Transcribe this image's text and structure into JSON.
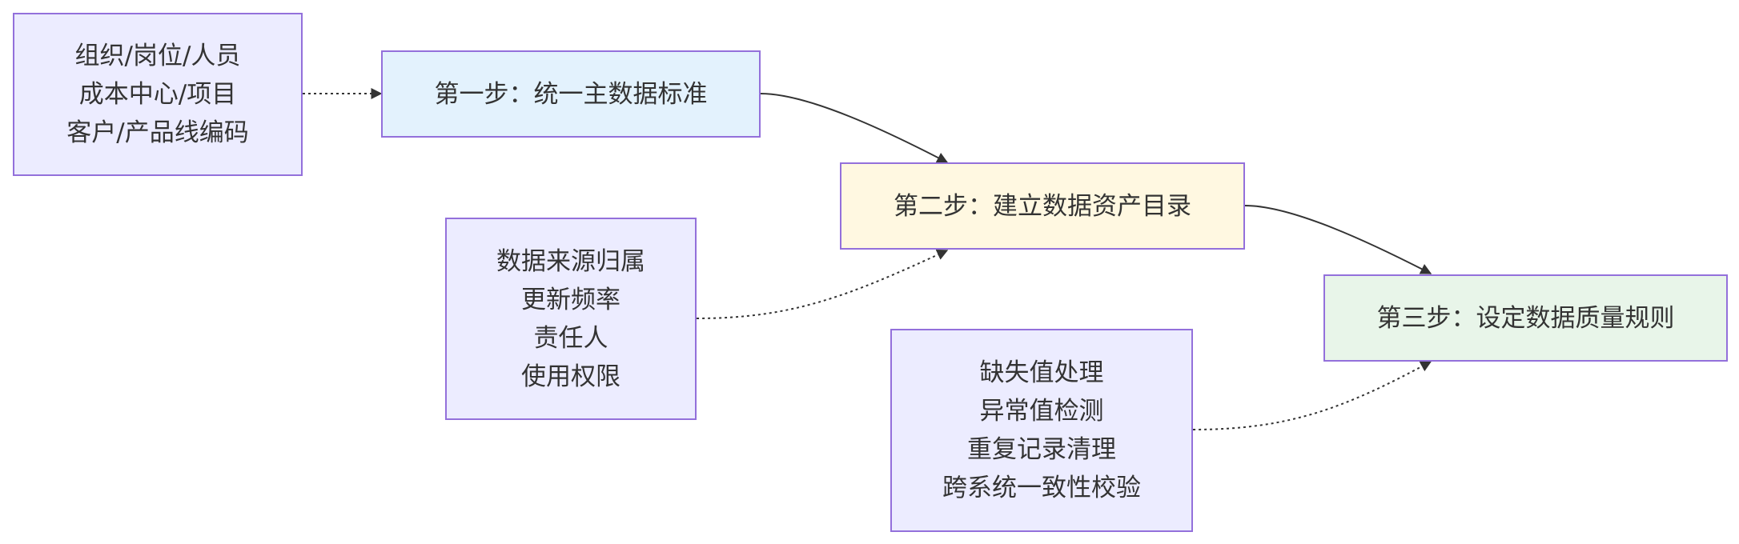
{
  "colors": {
    "node_default": "#ececff",
    "node_border": "#9370db",
    "step1_fill": "#e3f2fd",
    "step2_fill": "#fff8e1",
    "step3_fill": "#e8f5e9",
    "edge": "#333333",
    "text": "#333333"
  },
  "nodes": {
    "master_data_items": {
      "lines": [
        "组织/岗位/人员",
        "成本中心/项目",
        "客户/产品线编码"
      ]
    },
    "step1": {
      "label": "第一步：统一主数据标准"
    },
    "step2": {
      "label": "第二步：建立数据资产目录"
    },
    "catalog_items": {
      "lines": [
        "数据来源归属",
        "更新频率",
        "责任人",
        "使用权限"
      ]
    },
    "step3": {
      "label": "第三步：设定数据质量规则"
    },
    "quality_items": {
      "lines": [
        "缺失值处理",
        "异常值检测",
        "重复记录清理",
        "跨系统一致性校验"
      ]
    }
  },
  "edges": [
    {
      "from": "master_data_items",
      "to": "step1",
      "style": "dotted"
    },
    {
      "from": "step1",
      "to": "step2",
      "style": "solid"
    },
    {
      "from": "catalog_items",
      "to": "step2",
      "style": "dotted"
    },
    {
      "from": "step2",
      "to": "step3",
      "style": "solid"
    },
    {
      "from": "quality_items",
      "to": "step3",
      "style": "dotted"
    }
  ]
}
